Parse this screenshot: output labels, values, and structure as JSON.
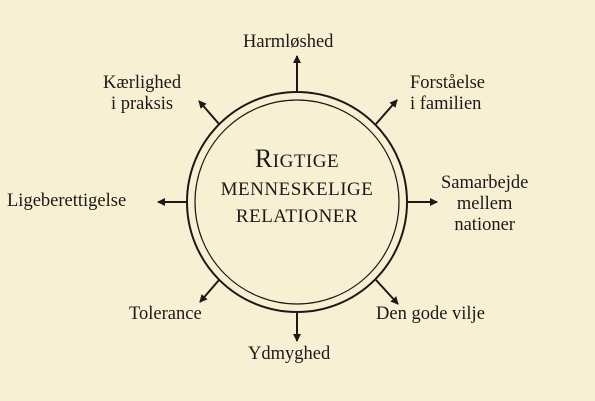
{
  "background_color": "#f8f0d3",
  "line_color": "#1c1917",
  "center": {
    "line1": "Rigtige",
    "line2": "menneskelige",
    "line3": "relationer"
  },
  "nodes": {
    "top": "Harmløshed",
    "top_right": [
      "Forståelse",
      "i familien"
    ],
    "right": [
      "Samarbejde",
      "mellem",
      "nationer"
    ],
    "bottom_right": "Den gode vilje",
    "bottom": "Ydmyghed",
    "bottom_left": "Tolerance",
    "left": "Ligeberettigelse",
    "top_left": [
      "Kærlighed",
      "i praksis"
    ]
  }
}
